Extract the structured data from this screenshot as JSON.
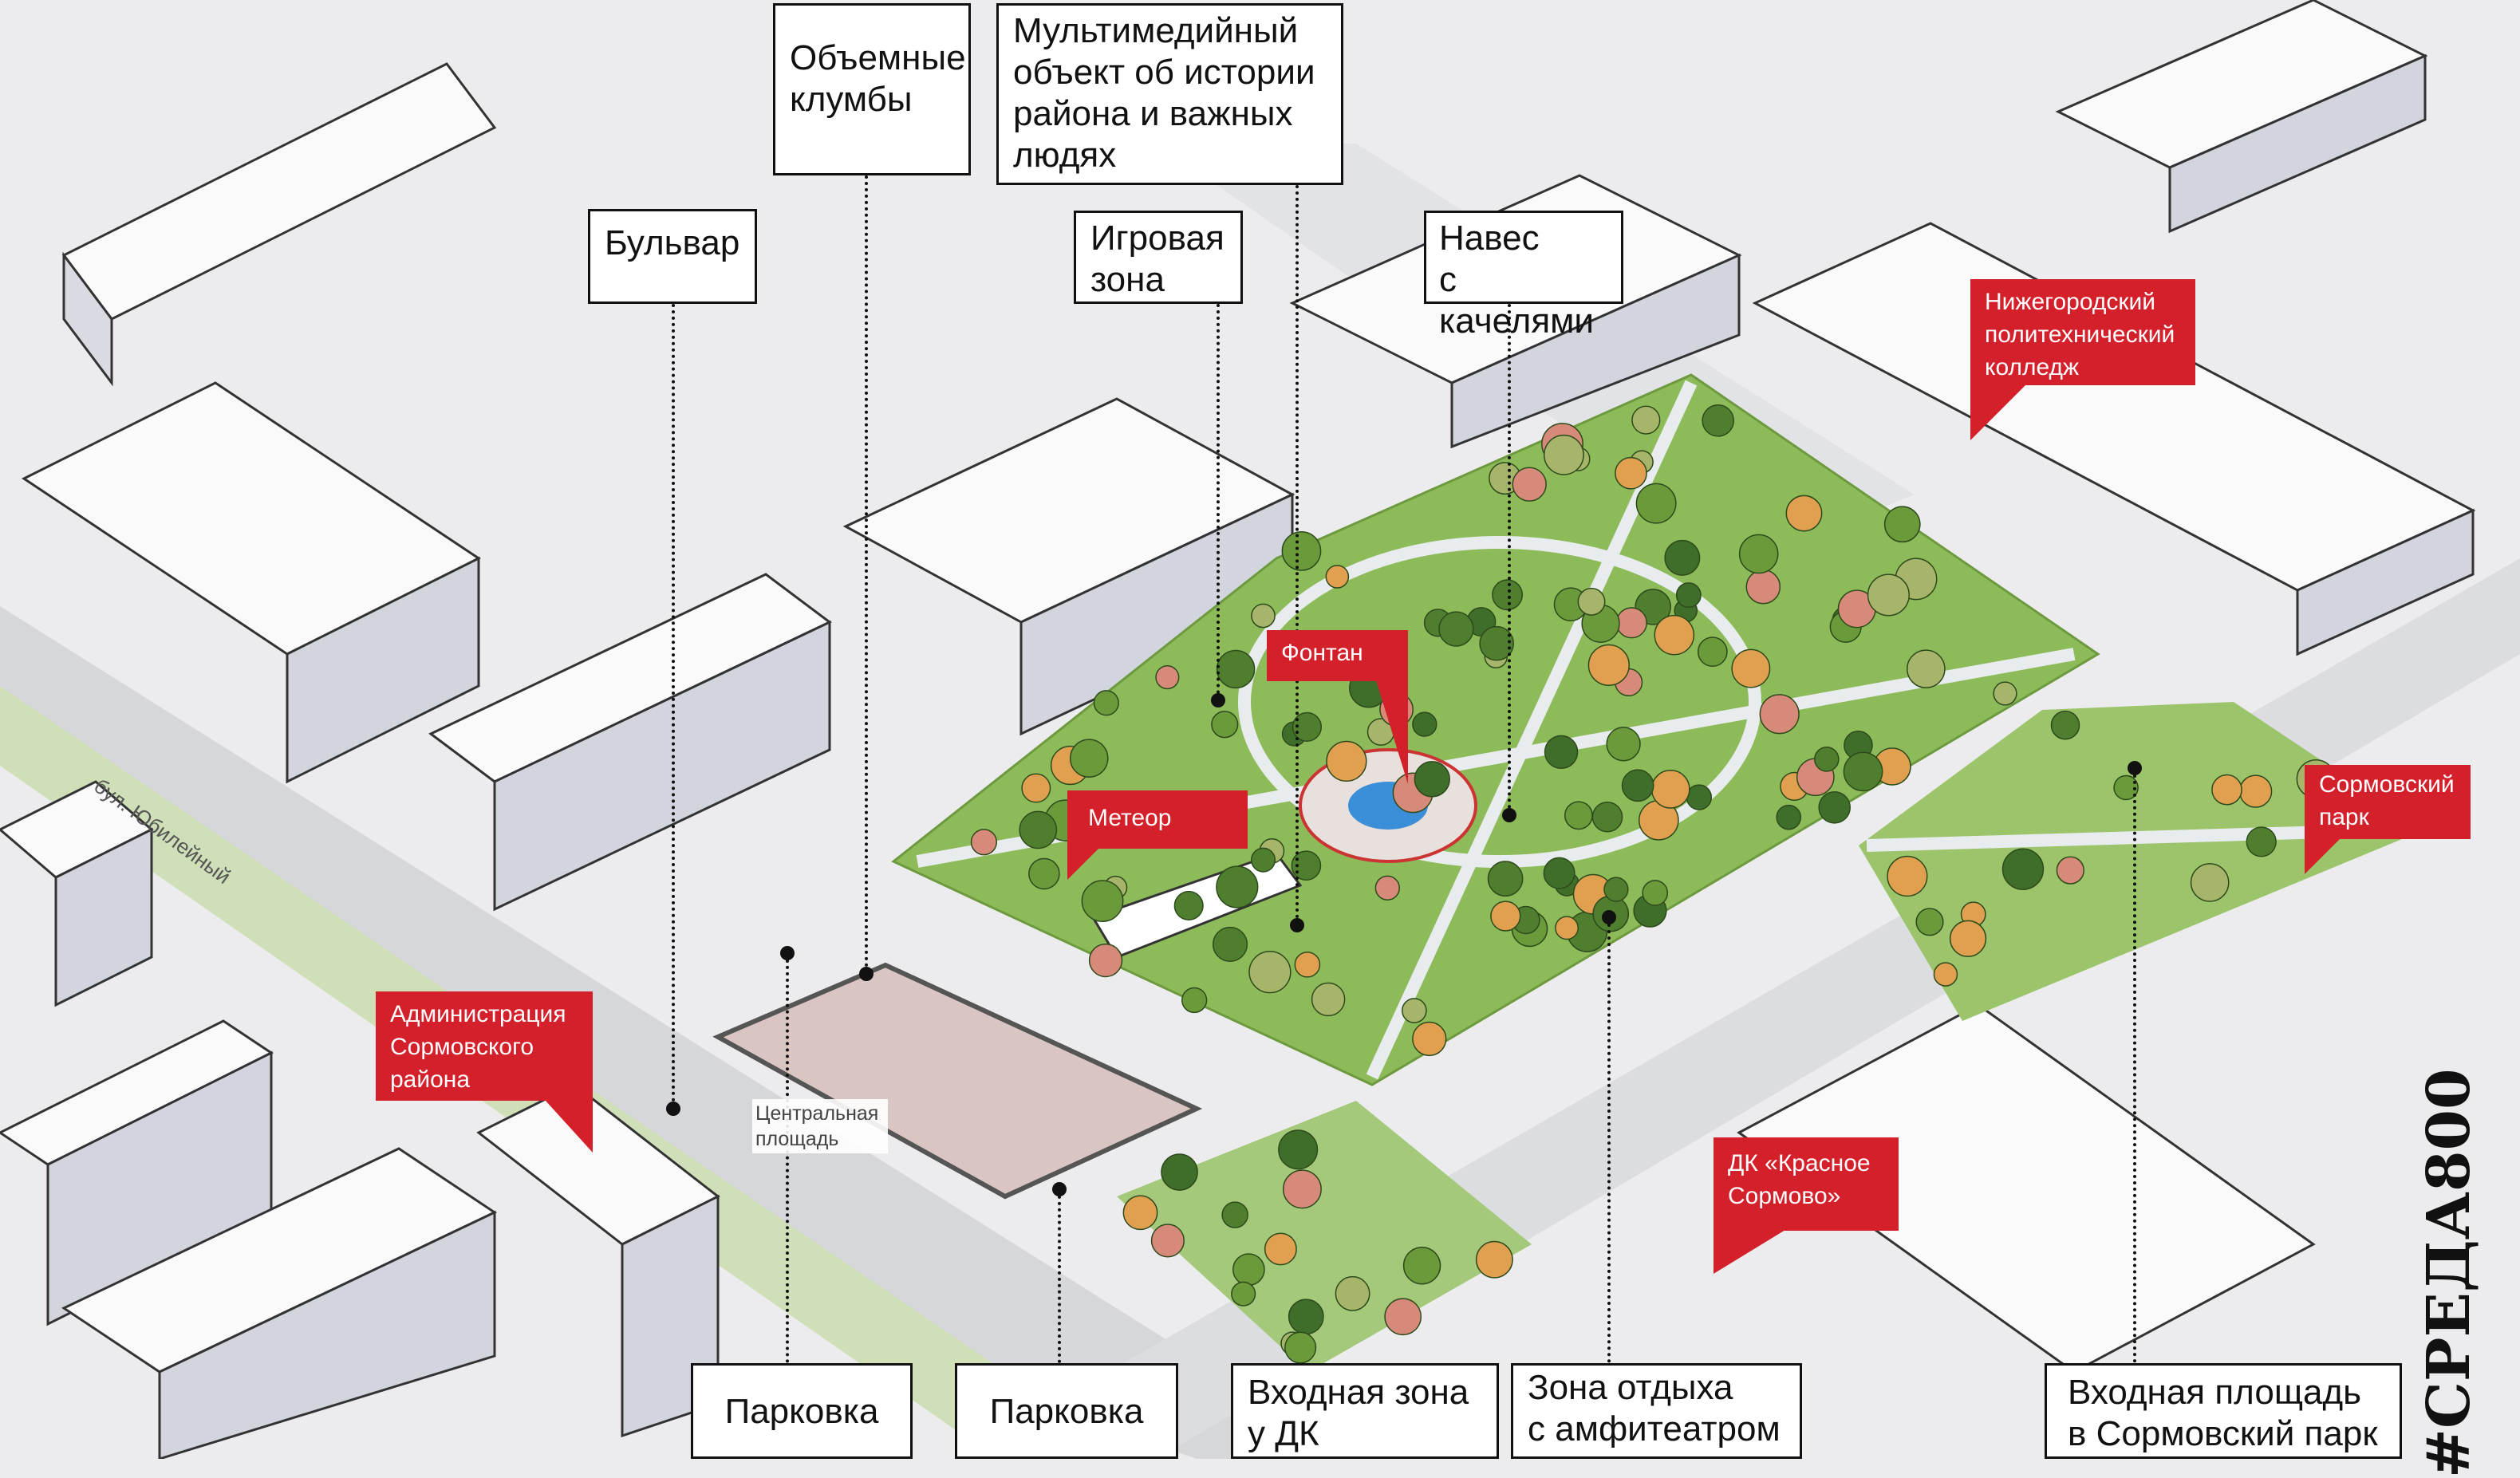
{
  "labels": {
    "flowerbeds": "Объемные\nклумбы",
    "multimedia": "Мультимедийный\nобъект об истории\nрайона и важных\nлюдях",
    "boulevard": "Бульвар",
    "playground": "Игровая\nзона",
    "canopy": "Навес\nс качелями",
    "parking1": "Парковка",
    "parking2": "Парковка",
    "entrance_dk": "Входная зона\nу ДК",
    "amphitheatre": "Зона отдыха\nс амфитеатром",
    "entrance_park": "Входная площадь\nв Сормовский парк"
  },
  "landmarks": {
    "college": "Нижегородский\nполитехнический\nколледж",
    "fountain": "Фонтан",
    "meteor": "Метеор",
    "sormovsky_park": "Сормовский\nпарк",
    "administration": "Администрация\nСормовского\nрайона",
    "dk": "ДК «Красное\nСормово»"
  },
  "central_square": "Центральная\nплощадь",
  "street": "бул. Юбилейный",
  "watermark": "#СРЕДА800",
  "colors": {
    "accent": "#d4202a",
    "park": "#8dbb5a",
    "background": "#ececee"
  }
}
